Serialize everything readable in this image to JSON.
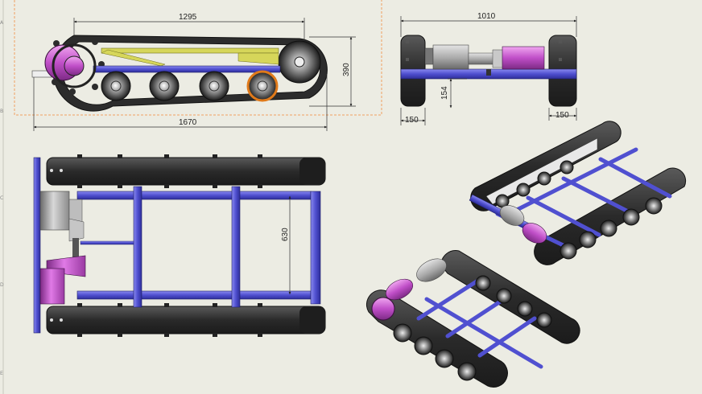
{
  "drawing": {
    "side_view": {
      "length_top": "1295",
      "height": "390",
      "length_overall": "1670"
    },
    "front_view": {
      "width": "1010",
      "ground_clearance": "154",
      "track_left": "150",
      "track_right": "150"
    },
    "top_view": {
      "track_spacing": "630"
    },
    "ruler_ticks": [
      "A",
      "B",
      "C",
      "D",
      "E"
    ]
  },
  "colors": {
    "background": "#ecece3",
    "frame": "#5b5bd6",
    "track": "#3a3a3a",
    "motor": "#c04fc8",
    "gearbox": "#a9a9a9",
    "rail": "#d6d65a",
    "bounding_box": "#f0a060",
    "sprocket_orange": "#e07a1a"
  }
}
